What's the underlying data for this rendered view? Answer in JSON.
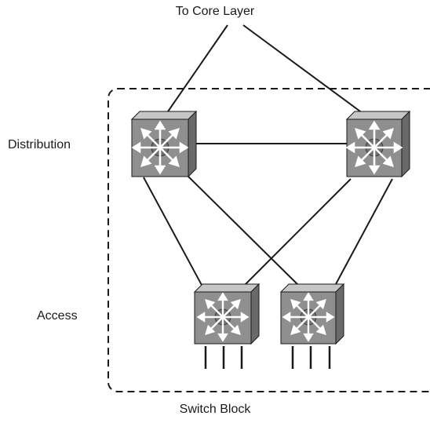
{
  "labels": {
    "core": "To Core Layer",
    "distribution": "Distribution",
    "access": "Access",
    "switch_block": "Switch Block"
  },
  "colors": {
    "switch_front": "#8f8f8f",
    "switch_top": "#c6c6c6",
    "switch_side": "#6a6a6a",
    "line": "#1a1a1a"
  },
  "devices": [
    {
      "role": "distribution",
      "icon": "multilayer-switch-icon"
    },
    {
      "role": "distribution",
      "icon": "multilayer-switch-icon"
    },
    {
      "role": "access",
      "icon": "multilayer-switch-icon"
    },
    {
      "role": "access",
      "icon": "multilayer-switch-icon"
    }
  ]
}
